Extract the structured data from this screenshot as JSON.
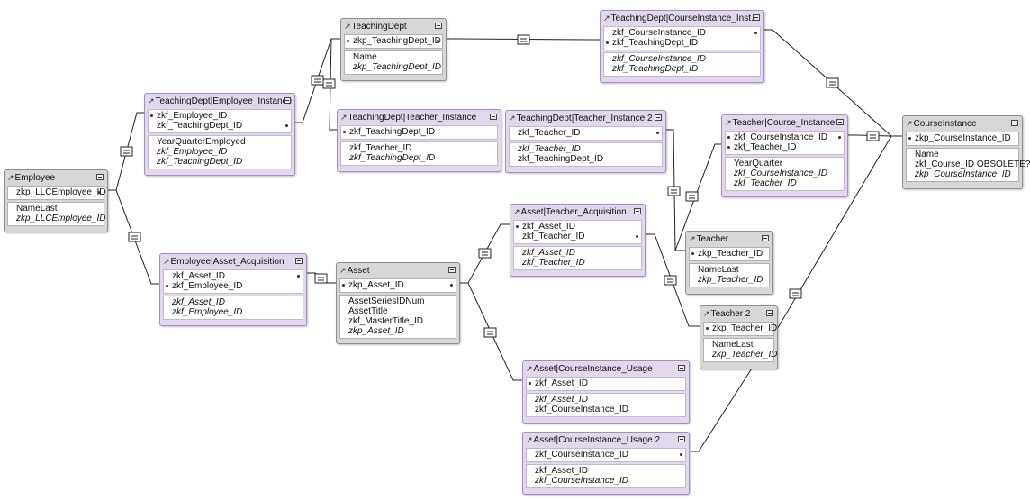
{
  "diagram": {
    "tables": {
      "employee": {
        "name": "Employee",
        "keys": [
          "zkp_LLCEmployee_ID"
        ],
        "fields": [
          "NameLast",
          "zkp_LLCEmployee_ID"
        ]
      },
      "td_employee_instance": {
        "name": "TeachingDept|Employee_Instance",
        "keys": [
          "zkf_Employee_ID",
          "zkf_TeachingDept_ID"
        ],
        "fields": [
          "YearQuarterEmployed",
          "zkf_Employee_ID",
          "zkf_TeachingDept_ID"
        ]
      },
      "teachingdept": {
        "name": "TeachingDept",
        "keys": [
          "zkp_TeachingDept_ID"
        ],
        "fields": [
          "Name",
          "zkp_TeachingDept_ID"
        ]
      },
      "td_teacher_instance": {
        "name": "TeachingDept|Teacher_Instance",
        "keys": [
          "zkf_TeachingDept_ID"
        ],
        "fields": [
          "zkf_Teacher_ID",
          "zkf_TeachingDept_ID"
        ]
      },
      "td_teacher_instance_2": {
        "name": "TeachingDept|Teacher_Instance 2",
        "keys": [
          "zkf_Teacher_ID"
        ],
        "fields": [
          "zkf_Teacher_ID",
          "zkf_TeachingDept_ID"
        ]
      },
      "td_courseinstance": {
        "name": "TeachingDept|CourseInstance_Inst...",
        "keys": [
          "zkf_CourseInstance_ID",
          "zkf_TeachingDept_ID"
        ],
        "fields": [
          "zkf_CourseInstance_ID",
          "zkf_TeachingDept_ID"
        ]
      },
      "teacher_course_instance": {
        "name": "Teacher|Course_Instance",
        "keys": [
          "zkf_CourseInstance_ID",
          "zkf_Teacher_ID"
        ],
        "fields": [
          "YearQuarter",
          "zkf_CourseInstance_ID",
          "zkf_Teacher_ID"
        ]
      },
      "courseinstance": {
        "name": "CourseInstance",
        "keys": [
          "zkp_CourseInstance_ID"
        ],
        "fields": [
          "Name",
          "zkf_Course_ID OBSOLETE?",
          "zkp_CourseInstance_ID"
        ]
      },
      "employee_asset_acquisition": {
        "name": "Employee|Asset_Acquisition",
        "keys": [
          "zkf_Asset_ID",
          "zkf_Employee_ID"
        ],
        "fields": [
          "zkf_Asset_ID",
          "zkf_Employee_ID"
        ]
      },
      "asset": {
        "name": "Asset",
        "keys": [
          "zkp_Asset_ID"
        ],
        "fields": [
          "AssetSeriesIDNum",
          "AssetTitle",
          "zkf_MasterTitle_ID",
          "zkp_Asset_ID"
        ]
      },
      "asset_teacher_acquisition": {
        "name": "Asset|Teacher_Acquisition",
        "keys": [
          "zkf_Asset_ID",
          "zkf_Teacher_ID"
        ],
        "fields": [
          "zkf_Asset_ID",
          "zkf_Teacher_ID"
        ]
      },
      "teacher": {
        "name": "Teacher",
        "keys": [
          "zkp_Teacher_ID"
        ],
        "fields": [
          "NameLast",
          "zkp_Teacher_ID"
        ]
      },
      "teacher_2": {
        "name": "Teacher 2",
        "keys": [
          "zkp_Teacher_ID"
        ],
        "fields": [
          "NameLast",
          "zkp_Teacher_ID"
        ]
      },
      "asset_ci_usage": {
        "name": "Asset|CourseInstance_Usage",
        "keys": [
          "zkf_Asset_ID"
        ],
        "fields": [
          "zkf_Asset_ID",
          "zkf_CourseInstance_ID"
        ]
      },
      "asset_ci_usage_2": {
        "name": "Asset|CourseInstance_Usage 2",
        "keys": [
          "zkf_CourseInstance_ID"
        ],
        "fields": [
          "zkf_Asset_ID",
          "zkf_CourseInstance_ID"
        ]
      }
    },
    "relationship_operator": "="
  }
}
